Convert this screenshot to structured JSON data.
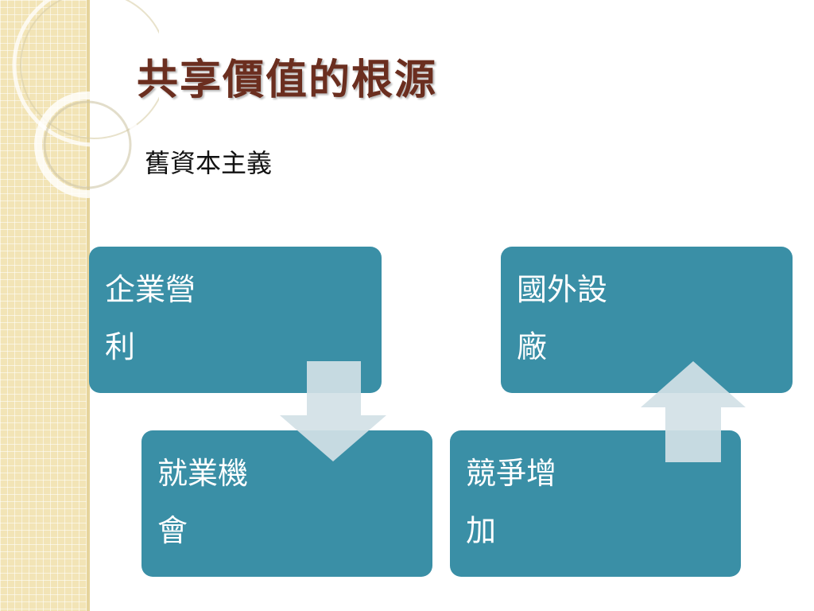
{
  "slide": {
    "title": "共享價值的根源",
    "subtitle": "舊資本主義"
  },
  "diagram": {
    "boxes": [
      {
        "lines": [
          "企業營",
          "利"
        ]
      },
      {
        "lines": [
          "就業機",
          "會"
        ]
      },
      {
        "lines": [
          "競爭增",
          "加"
        ]
      },
      {
        "lines": [
          "國外設",
          "廠"
        ]
      }
    ]
  },
  "colors": {
    "box": "#3a8fa6",
    "title": "#6b2e1f",
    "arrow": "#d3e1e6",
    "strip": "#f2e4b6"
  },
  "icons": {
    "down_arrow": "arrow-down-icon",
    "up_arrow": "arrow-up-icon"
  }
}
